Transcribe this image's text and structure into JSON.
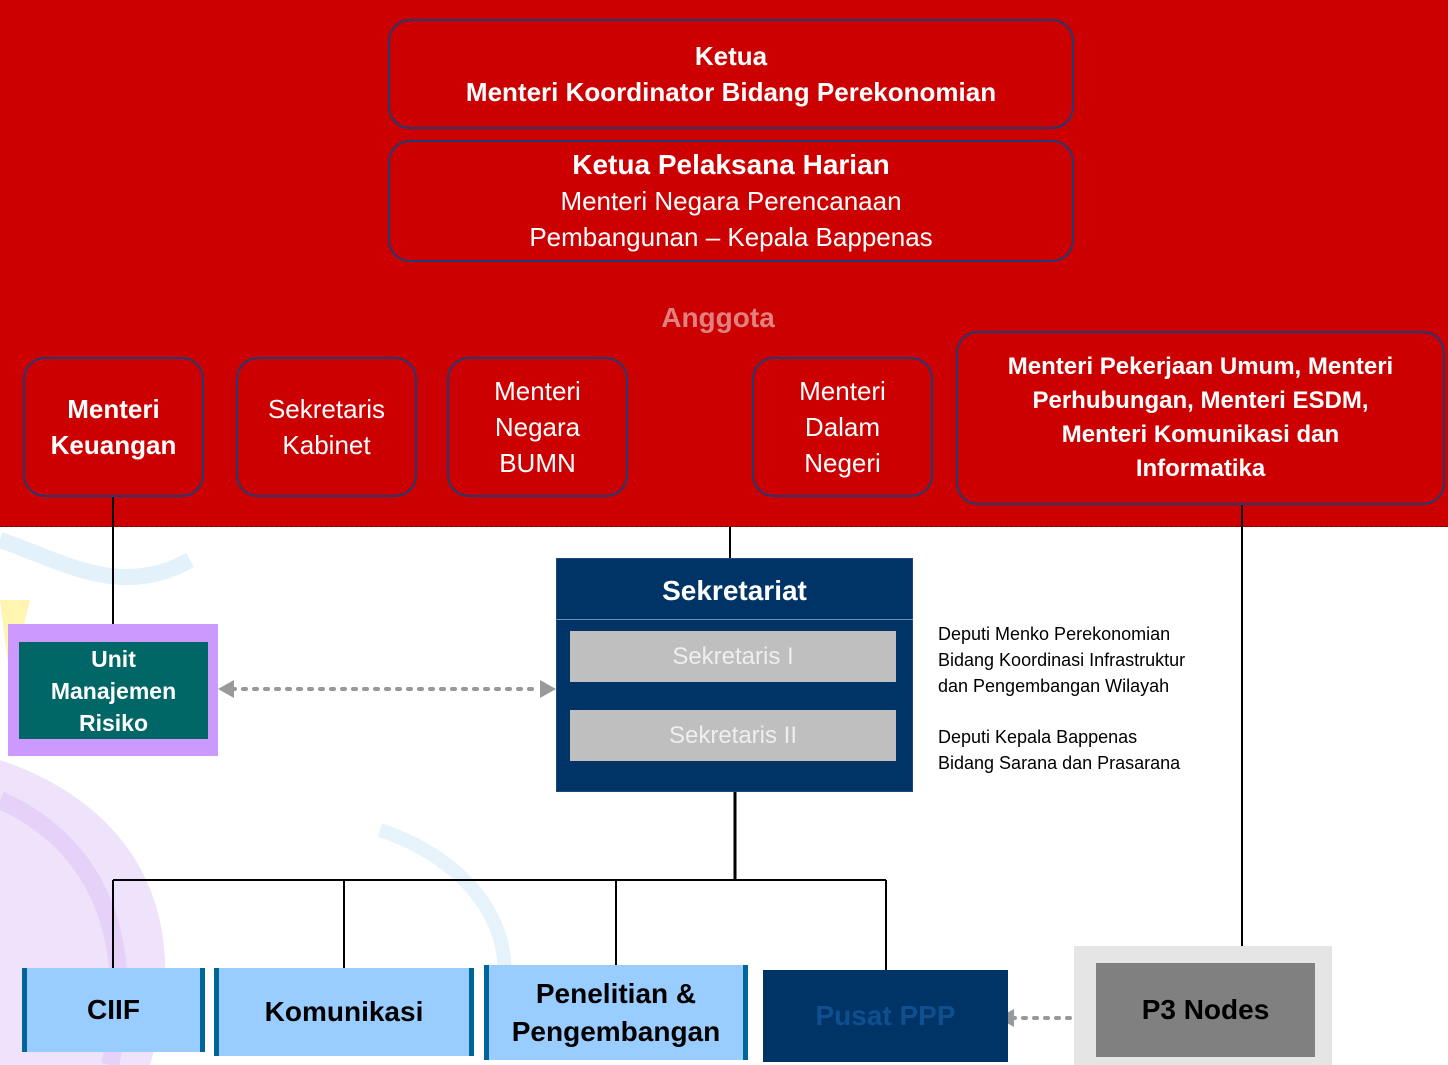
{
  "ketua": {
    "title": "Ketua",
    "name": "Menteri Koordinator Bidang Perekonomian"
  },
  "ketua_pelaksana": {
    "title": "Ketua Pelaksana Harian",
    "line1": "Menteri Negara Perencanaan",
    "line2": "Pembangunan – Kepala Bappenas"
  },
  "anggota_label": "Anggota",
  "members": {
    "keuangan": {
      "line1": "Menteri",
      "line2": "Keuangan"
    },
    "seskab": {
      "line1": "Sekretaris",
      "line2": "Kabinet"
    },
    "bumn": {
      "line1": "Menteri",
      "line2": "Negara",
      "line3": "BUMN"
    },
    "dalam_negeri": {
      "line1": "Menteri",
      "line2": "Dalam",
      "line3": "Negeri"
    },
    "others": {
      "line1": "Menteri Pekerjaan Umum, Menteri",
      "line2": "Perhubungan, Menteri ESDM,",
      "line3": "Menteri Komunikasi dan",
      "line4": "Informatika"
    }
  },
  "sekretariat": {
    "title": "Sekretariat",
    "sekretaris_1": "Sekretaris I",
    "sekretaris_2": "Sekretaris II"
  },
  "deputi_1": {
    "line1": "Deputi Menko Perekonomian",
    "line2": "Bidang Koordinasi Infrastruktur",
    "line3": "dan Pengembangan Wilayah"
  },
  "deputi_2": {
    "line1": "Deputi Kepala Bappenas",
    "line2": "Bidang Sarana dan Prasarana"
  },
  "unit_risiko": {
    "line1": "Unit",
    "line2": "Manajemen",
    "line3": "Risiko"
  },
  "units": {
    "ciif": "CIIF",
    "komunikasi": "Komunikasi",
    "litbang_line1": "Penelitian &",
    "litbang_line2": "Pengembangan",
    "pusat_ppp": "Pusat PPP",
    "p3_nodes": "P3 Nodes"
  },
  "colors": {
    "red_panel": "#cc0000",
    "navy": "#003366",
    "teal": "#006666",
    "lavender": "#cc99ff",
    "light_blue": "#99ccff",
    "gray": "#808080"
  }
}
